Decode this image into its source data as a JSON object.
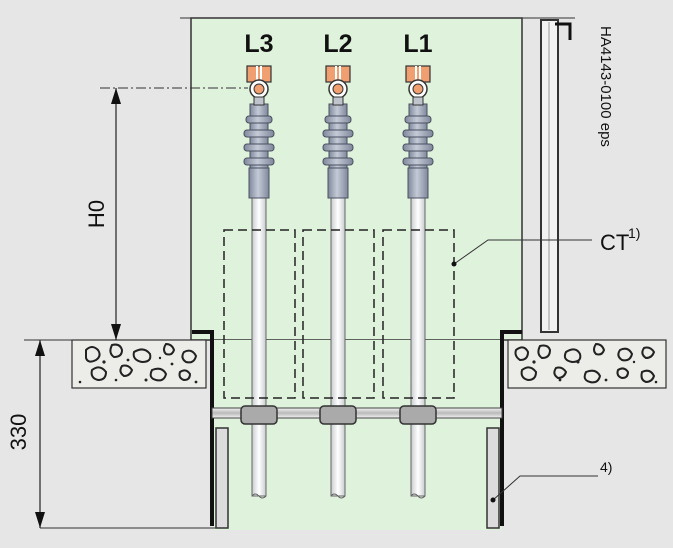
{
  "phases": [
    {
      "label": "L3"
    },
    {
      "label": "L2"
    },
    {
      "label": "L1"
    }
  ],
  "dimensions": {
    "h0": "H0",
    "depth": "330"
  },
  "annotations": {
    "ct_label": "CT",
    "ct_footnote": "1)",
    "note4": "4)",
    "drawing_id": "HA4143-0100 eps"
  },
  "colors": {
    "background": "#e6e6e6",
    "panel_fill": "#dff2dc",
    "copper": "#f0a070",
    "insulator": "#9aa3b6",
    "concrete": "#ecece8",
    "steel": "#888888"
  }
}
